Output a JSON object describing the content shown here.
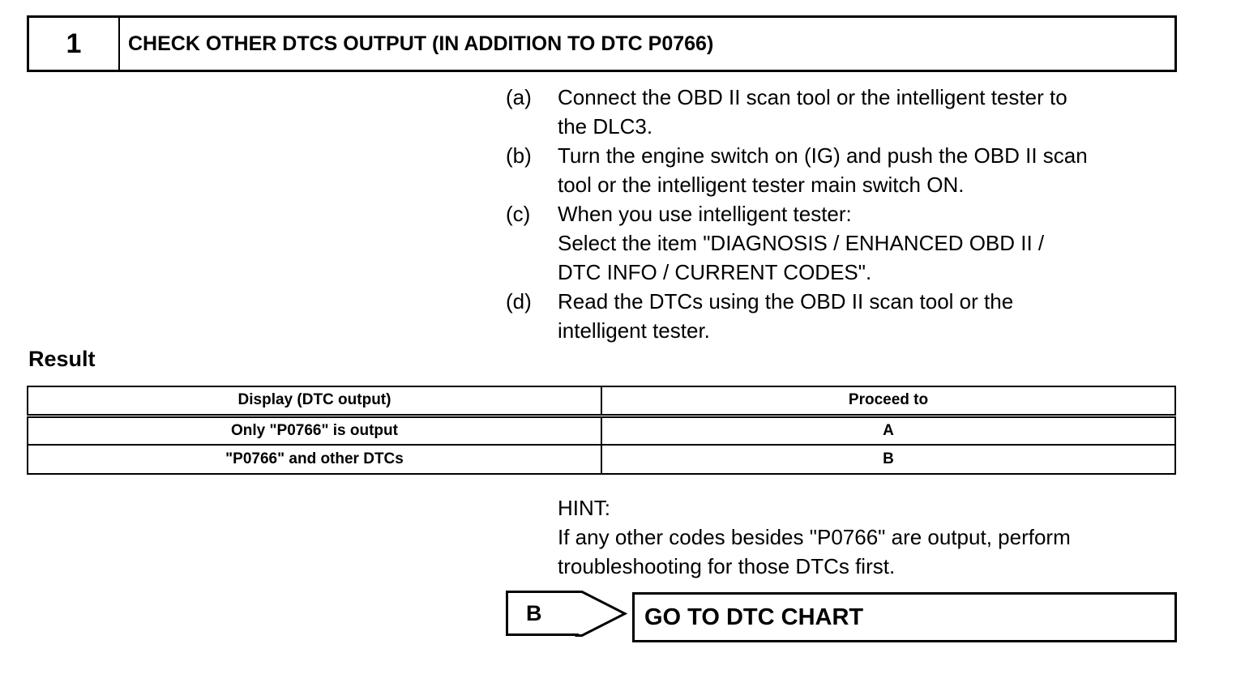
{
  "header": {
    "step_number": "1",
    "title": "CHECK OTHER DTCS OUTPUT (IN ADDITION TO DTC P0766)"
  },
  "steps": [
    {
      "letter": "(a)",
      "text": "Connect the OBD II scan tool or the intelligent tester to\nthe DLC3."
    },
    {
      "letter": "(b)",
      "text": "Turn the engine switch on (IG) and push the OBD II scan\ntool or the intelligent tester main switch ON."
    },
    {
      "letter": "(c)",
      "text": "When you use intelligent tester:\nSelect the item \"DIAGNOSIS / ENHANCED OBD II /\nDTC INFO / CURRENT CODES\"."
    },
    {
      "letter": "(d)",
      "text": "Read the DTCs using the OBD II scan tool or the\nintelligent tester."
    }
  ],
  "result": {
    "title": "Result",
    "headers": [
      "Display (DTC output)",
      "Proceed to"
    ],
    "rows": [
      [
        "Only \"P0766\" is output",
        "A"
      ],
      [
        "\"P0766\" and other DTCs",
        "B"
      ]
    ]
  },
  "hint": {
    "label": "HINT:",
    "text": "If any other codes besides \"P0766\" are output, perform\ntroubleshooting for those DTCs first."
  },
  "branch": {
    "label": "B",
    "action": "GO TO DTC CHART"
  }
}
